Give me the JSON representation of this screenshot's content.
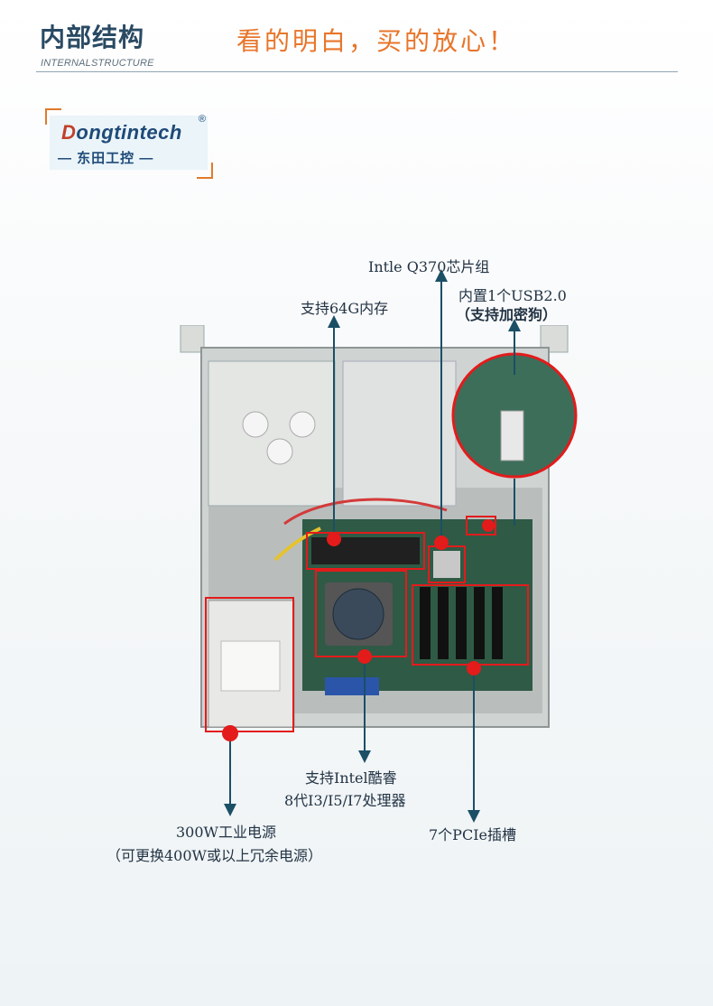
{
  "header": {
    "title": "内部结构",
    "subtitle": "INTERNALSTRUCTURE",
    "slogan": "看的明白，买的放心！"
  },
  "logo": {
    "brand_en": "ongtintech",
    "brand_initial": "D",
    "registered": "®",
    "brand_cn": "— 东田工控 —"
  },
  "annotations": {
    "chipset": "Intle Q370芯片组",
    "usb_line1": "内置1个USB2.0",
    "usb_line2": "（支持加密狗）",
    "memory": "支持64G内存",
    "cpu_line1": "支持Intel酷睿",
    "cpu_line2": "8代I3/I5/I7处理器",
    "psu_line1": "300W工业电源",
    "psu_line2": "（可更换400W或以上冗余电源）",
    "pcie": "7个PCIe插槽"
  },
  "colors": {
    "title": "#2a4a63",
    "slogan": "#e8752a",
    "arrow": "#1b4f66",
    "highlight": "#e31b1b"
  }
}
